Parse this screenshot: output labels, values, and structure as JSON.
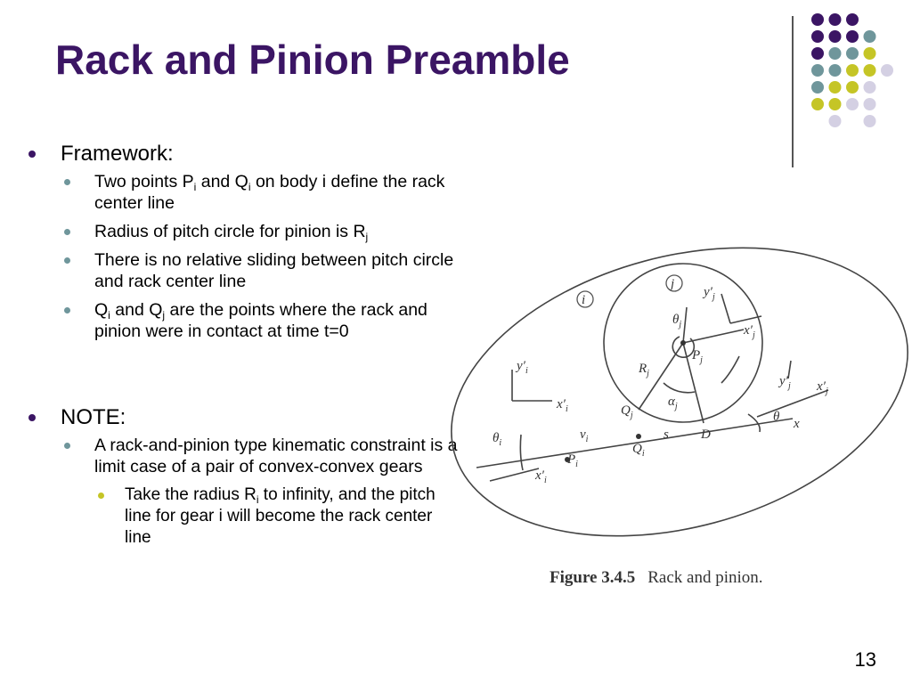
{
  "title": "Rack and Pinion Preamble",
  "colors": {
    "title": "#3b1564",
    "dot_purple": "#3b1564",
    "dot_teal": "#6f969b",
    "dot_yellow": "#c5c526",
    "dot_lavender": "#d4d0e3"
  },
  "framework": {
    "heading": "Framework:",
    "items": [
      {
        "text_a": "Two points P",
        "sub_a": "i",
        "text_b": " and Q",
        "sub_b": "i",
        "text_c": " on body i define the rack center line"
      },
      {
        "text_a": "Radius of pitch circle for pinion is R",
        "sub_a": "j"
      },
      {
        "text_a": "There is no relative sliding between pitch circle and rack center line"
      },
      {
        "text_a": "Q",
        "sub_a": "i",
        "text_b": " and Q",
        "sub_b": "j",
        "text_c": " are the points where the rack and pinion were in contact at time t=0"
      }
    ]
  },
  "note": {
    "heading": "NOTE:",
    "item": "A rack-and-pinion type kinematic constraint is a limit case of a pair of convex-convex gears",
    "subitem": {
      "text_a": "Take the radius R",
      "sub_a": "i",
      "text_b": " to infinity, and the pitch line for gear i will become the rack center line"
    }
  },
  "figure": {
    "caption_number": "Figure 3.4.5",
    "caption_text": "Rack and pinion.",
    "labels": {
      "body_i": "i",
      "body_j": "j",
      "y_i": "y′",
      "y_i_sub": "i",
      "x_i": "x′",
      "x_i_sub": "i",
      "y_j": "y′",
      "y_j_sub": "j",
      "x_j": "x′",
      "x_j_sub": "j",
      "theta_j": "θ",
      "theta_j_sub": "j",
      "r_j": "R",
      "r_j_sub": "j",
      "p_j": "P",
      "p_j_sub": "j",
      "q_j": "Q",
      "q_j_sub": "j",
      "alpha_j": "α",
      "alpha_j_sub": "j",
      "theta_i": "θ",
      "theta_i_sub": "i",
      "v_i": "v",
      "v_i_sub": "i",
      "p_i": "P",
      "p_i_sub": "i",
      "q_i": "Q",
      "q_i_sub": "i",
      "s": "s",
      "d": "D",
      "theta": "θ",
      "x": "x",
      "x_i_bottom": "x′",
      "x_i_bottom_sub": "i",
      "y_j_right": "y′",
      "y_j_right_sub": "j",
      "x_j_right": "x′",
      "x_j_right_sub": "j"
    }
  },
  "page_number": "13"
}
